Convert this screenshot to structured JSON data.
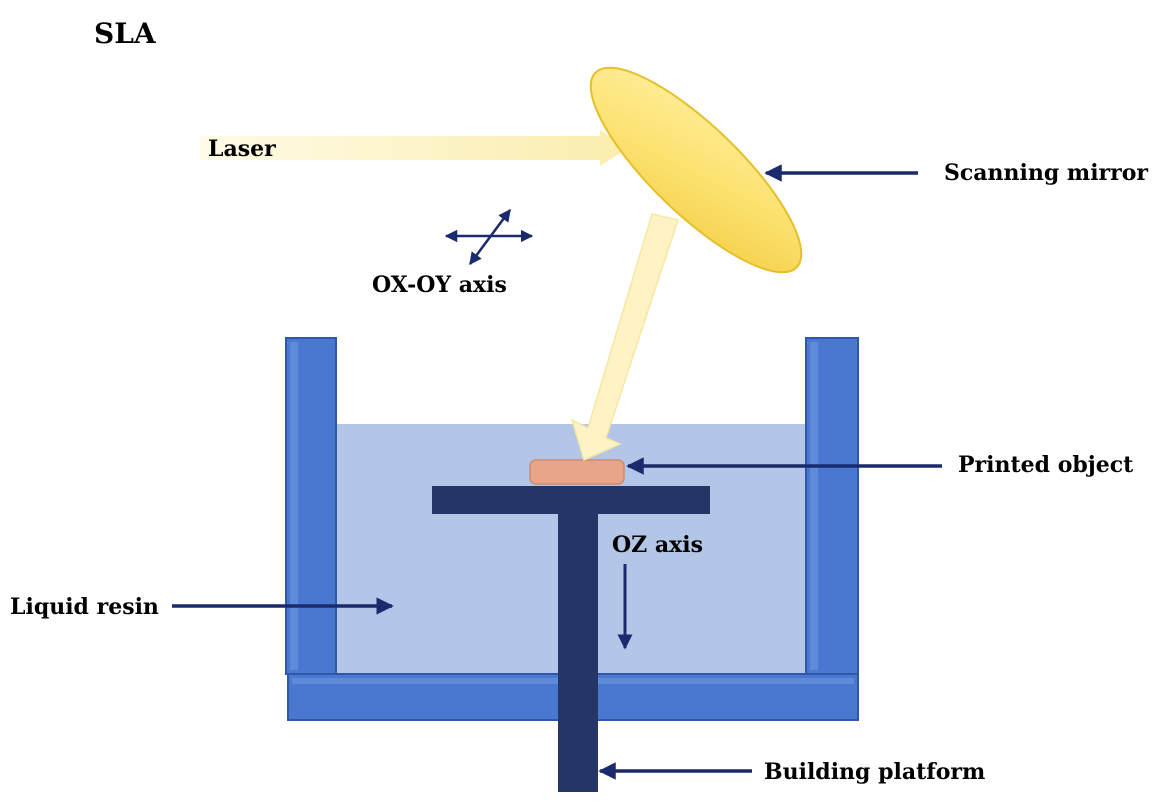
{
  "diagram": {
    "title": "SLA",
    "labels": {
      "laser": "Laser",
      "scanning_mirror": "Scanning mirror",
      "ox_oy_axis": "OX-OY axis",
      "printed_object": "Printed object",
      "oz_axis": "OZ axis",
      "liquid_resin": "Liquid resin",
      "building_platform": "Building platform"
    }
  },
  "colors": {
    "tank": "#4a78d0",
    "tank_edge": "#2f59a8",
    "resin": "#b4c6e7",
    "platform": "#253666",
    "arrow": "#1a2a6c",
    "mirror_fill": "#fde272",
    "mirror_edge": "#e6bf2a",
    "laser_beam": "#fdf3c4",
    "printed_object": "#e8a589"
  }
}
